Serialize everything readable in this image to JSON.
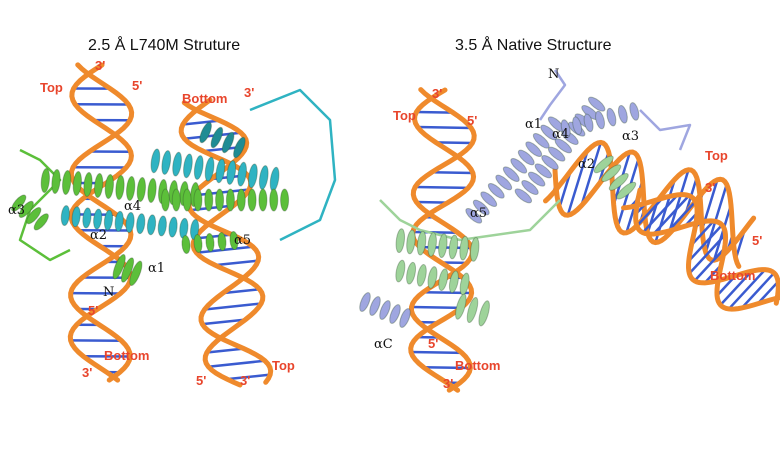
{
  "panels": [
    {
      "title": "2.5 Å L740M Struture",
      "labels": [
        "3'",
        "Top",
        "5'",
        "Bottom",
        "3'",
        "α3",
        "α4",
        "α2",
        "α1",
        "N",
        "5'",
        "Bottom",
        "3'",
        "α5",
        "Top",
        "5'",
        "3'"
      ]
    },
    {
      "title": "3.5 Å Native Structure",
      "labels": [
        "N",
        "Top",
        "3'",
        "5'",
        "α1",
        "α4",
        "α3",
        "α2",
        "Top",
        "3'",
        "5'",
        "Bottom",
        "α5",
        "αC",
        "5'",
        "Bottom",
        "3'"
      ]
    }
  ],
  "colors": {
    "dna_backbone": "#ef8a2c",
    "label_red": "#e8452c",
    "protein_green": "#5cbf3a",
    "protein_cyan": "#2fb3c2",
    "protein_lavender": "#9fa6e0",
    "protein_lightgreen": "#9ed39a"
  }
}
